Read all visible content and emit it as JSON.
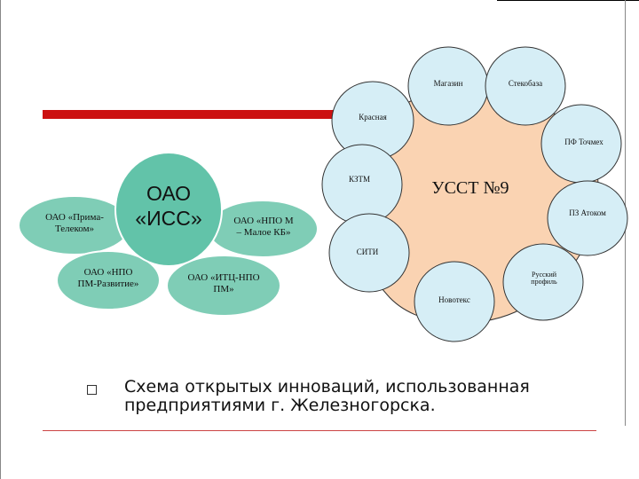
{
  "colors": {
    "central_fill": "#fad3b2",
    "satellite_fill": "#d6eef6",
    "iss_fill": "#62c3a9",
    "iss_outer_fill": "#7fcdb6",
    "accent_red": "#cc1111"
  },
  "usst": {
    "center_label": "УССТ №9",
    "satellites": [
      "Магазин",
      "Стекобаза",
      "Красная",
      "ПФ Точмех",
      "КЗТМ",
      "ПЗ Атоком",
      "СИТИ",
      "Русский профиль",
      "Новотекс"
    ]
  },
  "iss": {
    "center_label_line1": "ОАО",
    "center_label_line2": "«ИСС»",
    "satellites": [
      {
        "line1": "ОАО «Прима-",
        "line2": "Телеком»"
      },
      {
        "line1": "ОАО «НПО М",
        "line2": "– Малое КБ»"
      },
      {
        "line1": "ОАО «НПО",
        "line2": "ПМ-Развитие»"
      },
      {
        "line1": "ОАО «ИТЦ-НПО",
        "line2": "ПМ»"
      }
    ]
  },
  "caption": {
    "line1": "Схема открытых инноваций, использованная",
    "line2": "предприятиями г. Железногорска."
  }
}
